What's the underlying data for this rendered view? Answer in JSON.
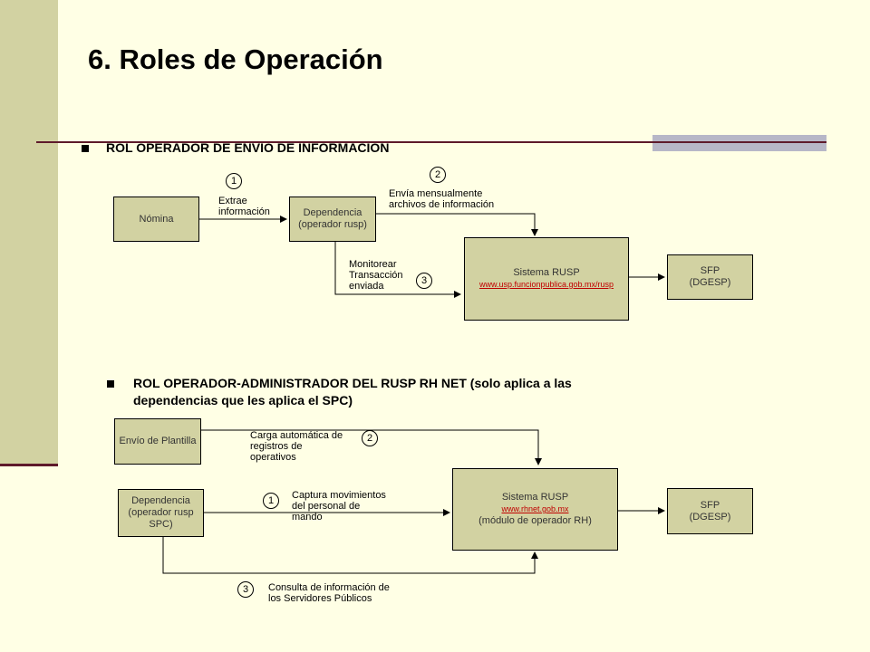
{
  "title": "6. Roles de Operación",
  "section1": {
    "heading": "ROL OPERADOR DE ENVIO DE INFORMACION",
    "nomina": "Nómina",
    "dependencia_line1": "Dependencia",
    "dependencia_line2": "(operador rusp)",
    "rusp_title": "Sistema RUSP",
    "rusp_link": "www.usp.funcionpublica.gob.mx/rusp",
    "sfp_line1": "SFP",
    "sfp_line2": "(DGESP)",
    "step1_num": "1",
    "step1_line1": "Extrae",
    "step1_line2": "información",
    "step2_num": "2",
    "step2_line1": "Envía  mensualmente",
    "step2_line2": "archivos de información",
    "step3_num": "3",
    "step3_line1": "Monitorear",
    "step3_line2": "Transacción",
    "step3_line3": "enviada"
  },
  "section2": {
    "heading_line1": "ROL OPERADOR-ADMINISTRADOR DEL RUSP RH NET (solo aplica a las",
    "heading_line2": "dependencias que les aplica el SPC)",
    "envio": "Envío de Plantilla",
    "dependencia_line1": "Dependencia",
    "dependencia_line2": "(operador rusp",
    "dependencia_line3": "SPC)",
    "rusp_title": "Sistema RUSP",
    "rusp_link": "www.rhnet.gob.mx",
    "rusp_note": "(módulo de operador RH)",
    "sfp_line1": "SFP",
    "sfp_line2": "(DGESP)",
    "step1_num": "1",
    "step1_line1": "Captura movimientos",
    "step1_line2": "del personal de",
    "step1_line3": "mando",
    "step2_num": "2",
    "step2_line1": "Carga automática de",
    "step2_line2": "registros de",
    "step2_line3": "operativos",
    "step3_num": "3",
    "step3_line1": "Consulta de información de",
    "step3_line2": "los Servidores Públicos"
  }
}
